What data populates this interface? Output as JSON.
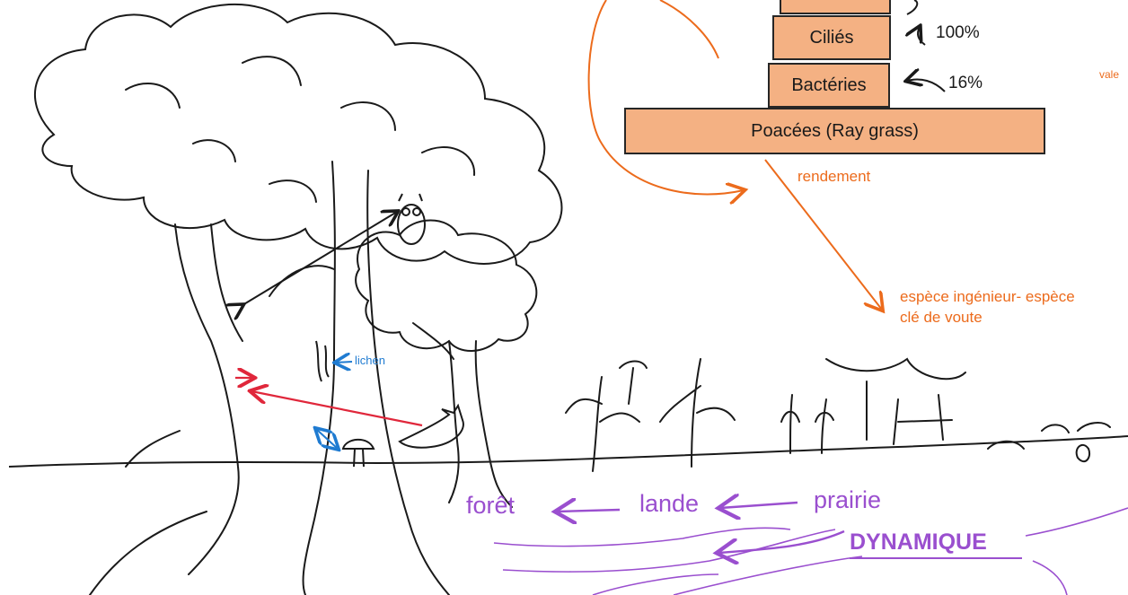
{
  "pyramid": {
    "levels": [
      "Poacées (Ray grass)",
      "Bactéries",
      "Ciliés"
    ],
    "percentages": [
      "16%",
      "100%"
    ]
  },
  "notes": {
    "rendement": "rendement",
    "espece_line1": "espèce ingénieur- espèce",
    "espece_line2": "clé de voute",
    "edge_fragment": "vale"
  },
  "labels": {
    "lichen": "lichen"
  },
  "succession": {
    "stages": [
      "forêt",
      "lande",
      "prairie"
    ],
    "title": "DYNAMIQUE"
  },
  "colors": {
    "box_fill": "#f4b183",
    "orange": "#ec6b1c",
    "purple": "#9a4fcf",
    "red": "#e0273b",
    "blue": "#1f7bd1",
    "ink": "#1a1a1a"
  }
}
